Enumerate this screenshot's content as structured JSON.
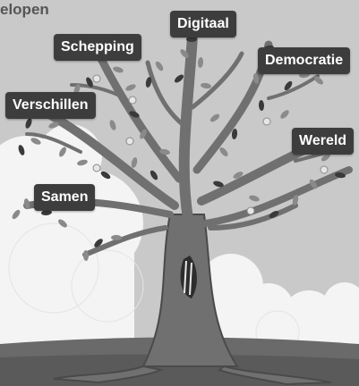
{
  "heading": "elopen",
  "labels": {
    "digitaal": "Digitaal",
    "schepping": "Schepping",
    "democratie": "Democratie",
    "verschillen": "Verschillen",
    "wereld": "Wereld",
    "samen": "Samen"
  },
  "colors": {
    "sky": "#c9c9c9",
    "cloud": "#f4f4f4",
    "tree": "#6e6e6e",
    "leaf": "#8a8a8a",
    "ground": "#5a5a5a",
    "label_bg": "#3d3d3d",
    "label_text": "#ffffff"
  }
}
